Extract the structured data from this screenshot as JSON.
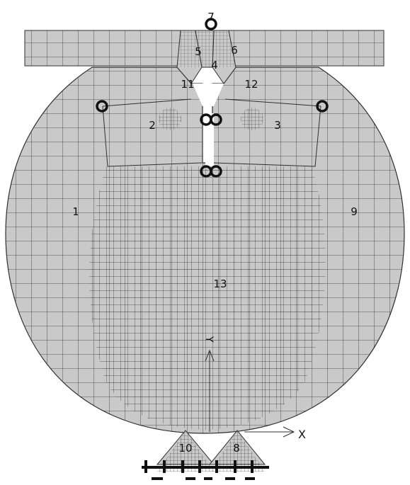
{
  "regions": {
    "r1": "1",
    "r2": "2",
    "r3": "3",
    "r4": "4",
    "r5": "5",
    "r6": "6",
    "r7": "7",
    "r8": "8",
    "r9": "9",
    "r10": "10",
    "r11": "11",
    "r12": "12",
    "r13": "13"
  },
  "axes": {
    "x_label": "X",
    "y_label": "Y"
  },
  "colors": {
    "mesh_fill": "#c9c9c9",
    "mesh_line": "#2f2f2f",
    "support": "#111111",
    "background": "#ffffff"
  }
}
